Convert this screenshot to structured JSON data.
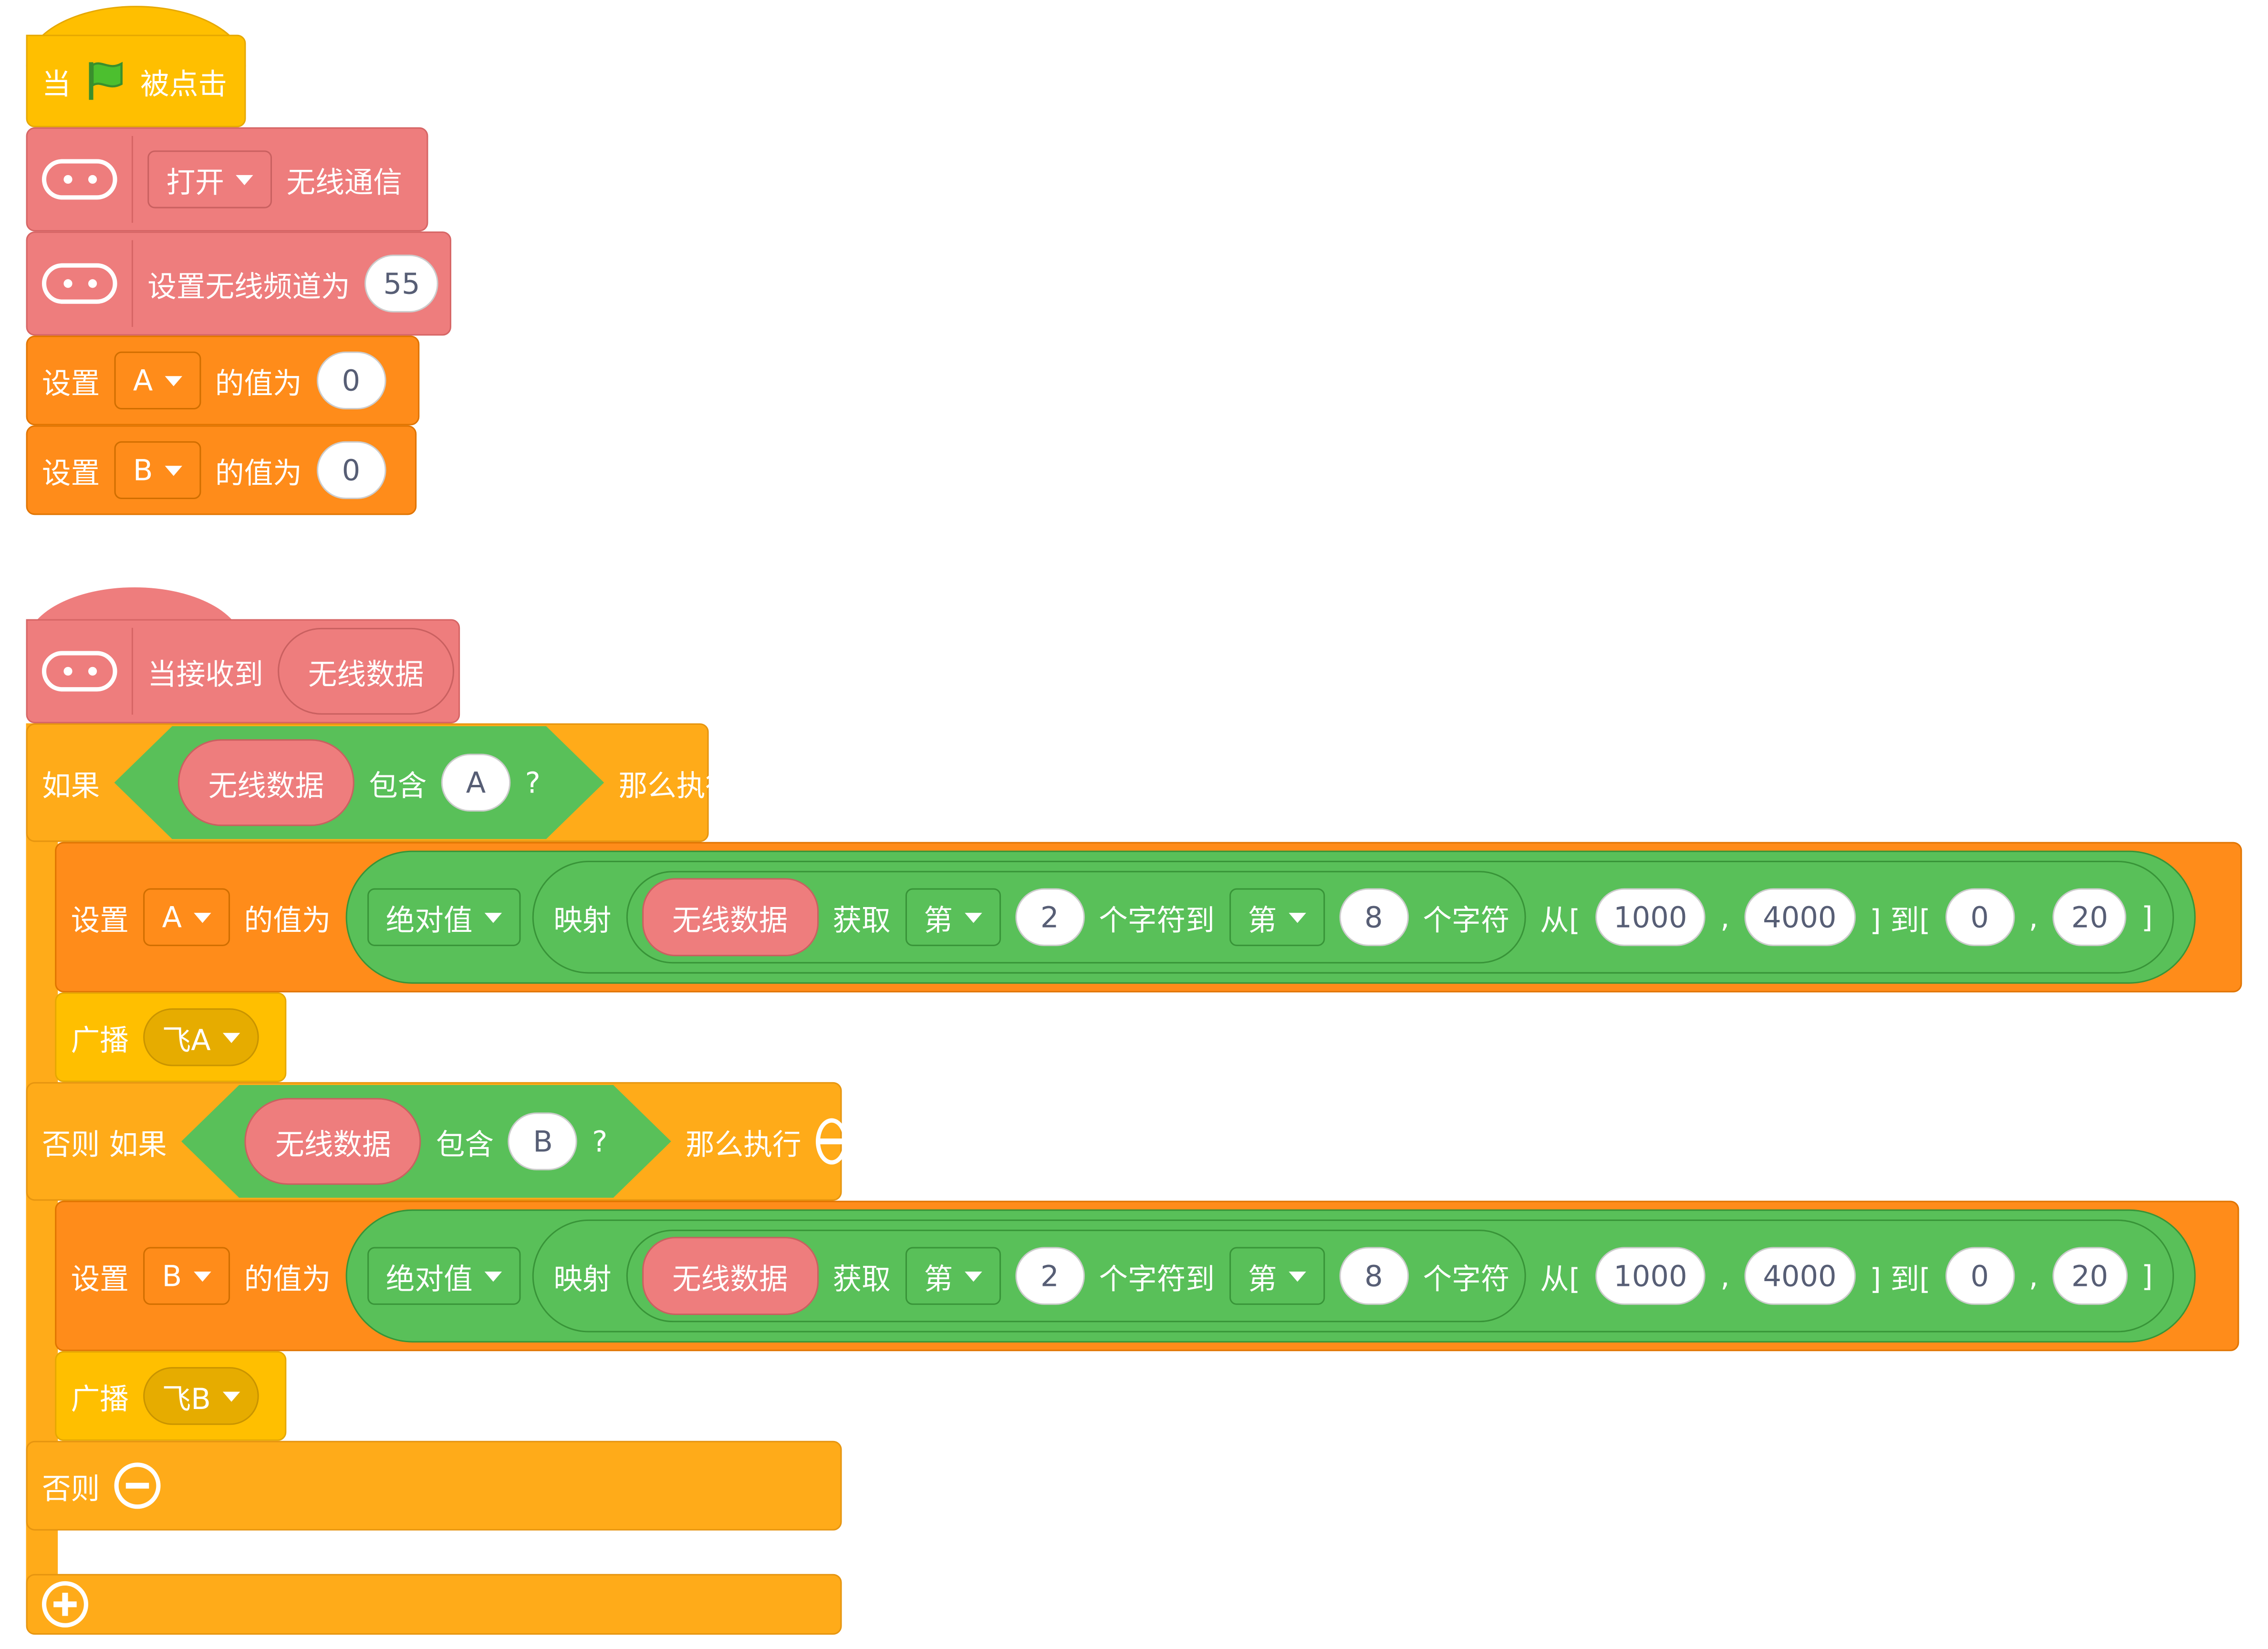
{
  "script1": {
    "hat": {
      "when": "当",
      "clicked": "被点击"
    },
    "radio_toggle": {
      "mode": "打开",
      "label": "无线通信"
    },
    "set_channel": {
      "label": "设置无线频道为",
      "value": "55"
    },
    "set_a": {
      "set": "设置",
      "var": "A",
      "label": "的值为",
      "value": "0"
    },
    "set_b": {
      "set": "设置",
      "var": "B",
      "label": "的值为",
      "value": "0"
    }
  },
  "script2": {
    "hat": {
      "label": "当接收到",
      "param": "无线数据"
    },
    "if": {
      "label": "如果",
      "then": "那么执行",
      "cond": {
        "data": "无线数据",
        "contains": "包含",
        "value": "A",
        "q": "?"
      }
    },
    "set_a": {
      "set": "设置",
      "var": "A",
      "label": "的值为",
      "abs": "绝对值",
      "map": "映射",
      "data": "无线数据",
      "get": "获取",
      "nth1": "第",
      "n1": "2",
      "to": "个字符到",
      "nth2": "第",
      "n2": "8",
      "chars": "个字符",
      "from_open": "从[",
      "from1": "1000",
      "comma1": ",",
      "from2": "4000",
      "to_open": "] 到[",
      "to1": "0",
      "comma2": ",",
      "to2": "20",
      "close": "]"
    },
    "broadcast_a": {
      "label": "广播",
      "msg": "飞A"
    },
    "elseif": {
      "label": "否则 如果",
      "then": "那么执行",
      "cond": {
        "data": "无线数据",
        "contains": "包含",
        "value": "B",
        "q": "?"
      }
    },
    "set_b": {
      "set": "设置",
      "var": "B",
      "label": "的值为",
      "abs": "绝对值",
      "map": "映射",
      "data": "无线数据",
      "get": "获取",
      "nth1": "第",
      "n1": "2",
      "to": "个字符到",
      "nth2": "第",
      "n2": "8",
      "chars": "个字符",
      "from_open": "从[",
      "from1": "1000",
      "comma1": ",",
      "from2": "4000",
      "to_open": "] 到[",
      "to1": "0",
      "comma2": ",",
      "to2": "20",
      "close": "]"
    },
    "broadcast_b": {
      "label": "广播",
      "msg": "飞B"
    },
    "else": {
      "label": "否则"
    }
  },
  "colors": {
    "events": "#ffbf00",
    "radio": "#ee7d7d",
    "variables": "#ff8c1a",
    "control": "#ffab19",
    "operators": "#59c059"
  }
}
